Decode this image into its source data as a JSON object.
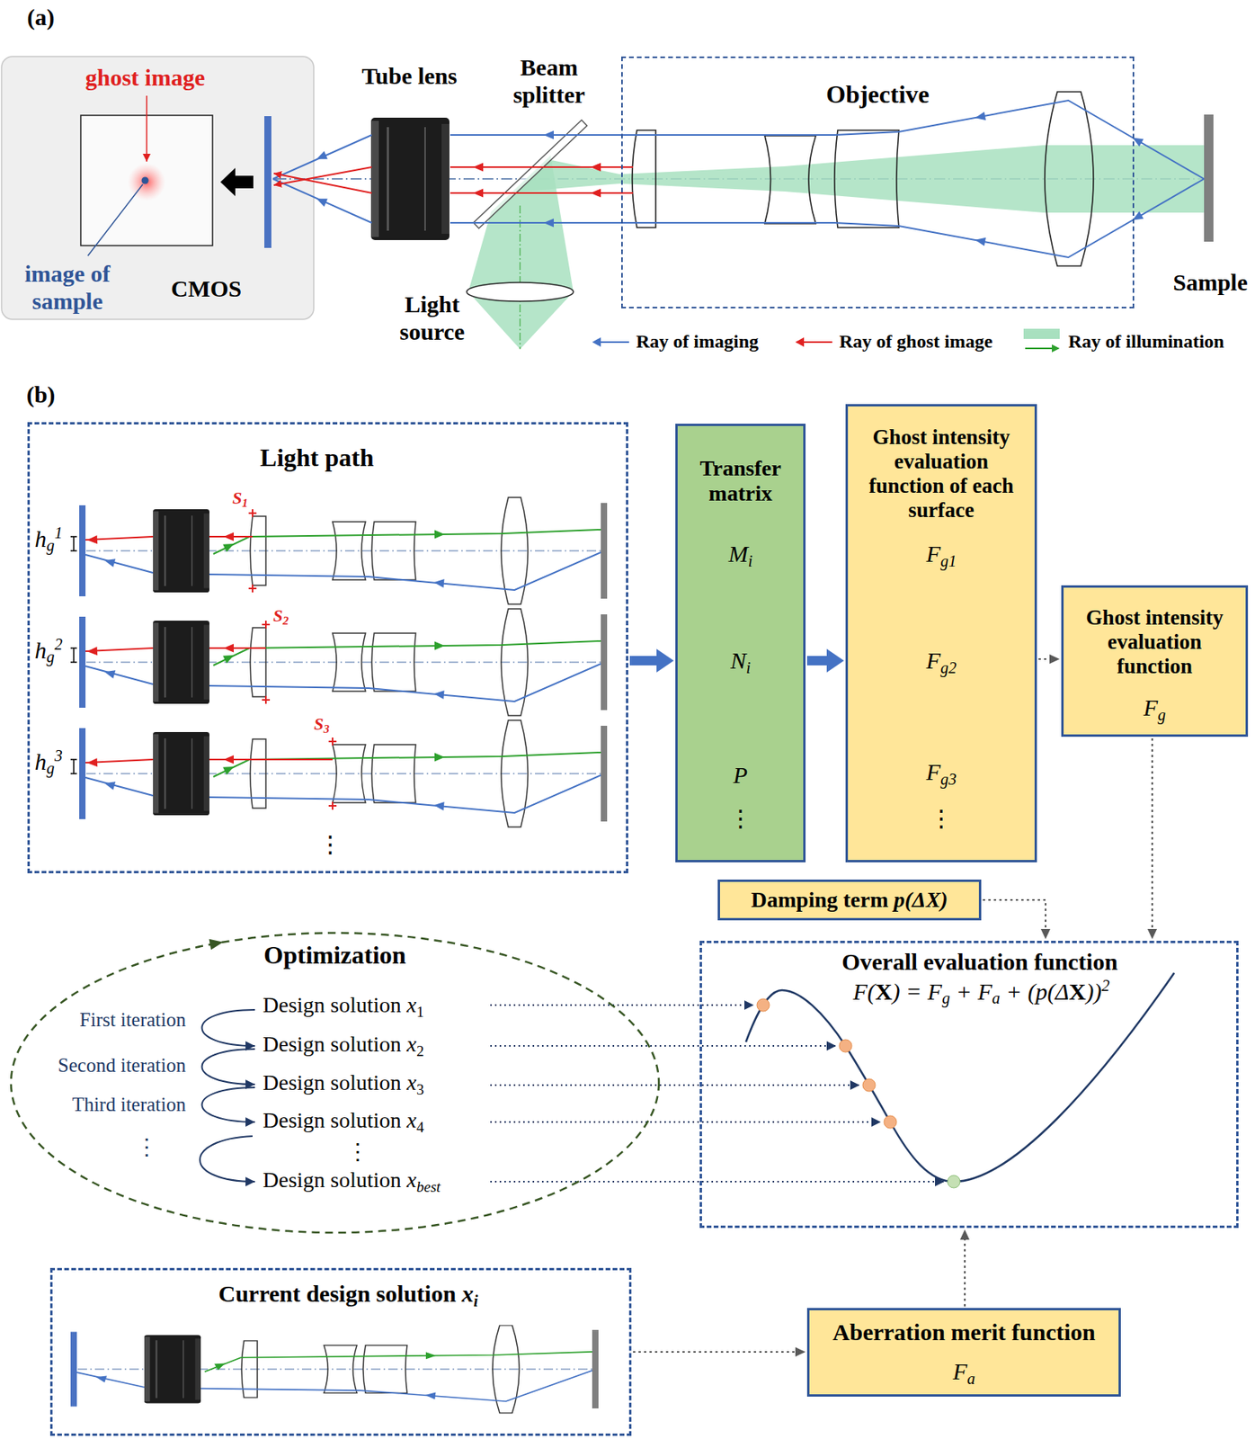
{
  "diagram": {
    "nodes": [
      {
        "text": [
          "ghost image",
          "image of sample",
          "CMOS"
        ]
      },
      {
        "text": [
          "Objective"
        ]
      },
      {
        "text": [
          "Light path"
        ]
      },
      {
        "text": [
          "Transfer matrix",
          "Mi",
          "Ni",
          "P",
          "⋮"
        ]
      },
      {
        "text": [
          "Ghost intensity evaluation function of each surface",
          "Fg1",
          "Fg2",
          "Fg3",
          "⋮"
        ]
      },
      {
        "text": [
          "Ghost intensity evaluation function",
          "Fg"
        ]
      },
      {
        "text": [
          "Damping term p(ΔX)"
        ]
      },
      {
        "text": [
          "Optimization"
        ]
      },
      {
        "text": [
          "Overall evaluation function",
          "F(X) = Fg + Fa + (p(ΔX))2"
        ]
      },
      {
        "text": [
          "Current design solution xi"
        ]
      },
      {
        "text": [
          "Aberration merit function",
          "Fa"
        ]
      }
    ],
    "edges": [
      {
        "from": 2,
        "to": 3,
        "arrow": "to"
      },
      {
        "from": 3,
        "to": 4,
        "arrow": "to"
      },
      {
        "from": 4,
        "to": 5,
        "arrow": "to"
      },
      {
        "from": 5,
        "to": 8,
        "arrow": "to"
      },
      {
        "from": 6,
        "to": 8,
        "arrow": "to"
      },
      {
        "from": 10,
        "to": 8,
        "arrow": "to"
      },
      {
        "from": 9,
        "to": 10,
        "arrow": "to"
      }
    ],
    "labels": [
      "(a)",
      "Tube lens",
      "Beam splitter",
      "Light source",
      "Sample",
      "(b)",
      "hg1",
      "S1",
      "hg2",
      "S2",
      "hg3",
      "S3",
      "⋮",
      "First iteration",
      "Design solution x1",
      "Second iteration",
      "Design solution x2",
      "Third iteration",
      "Design solution x3",
      "⋮",
      "Design solution x4",
      "⋮",
      "Design solution xbest"
    ],
    "legend": [
      {
        "text": "Ray of imaging"
      },
      {
        "text": "Ray of ghost image"
      },
      {
        "text": "Ray of illumination",
        "color": "#a8e0bf"
      }
    ]
  }
}
